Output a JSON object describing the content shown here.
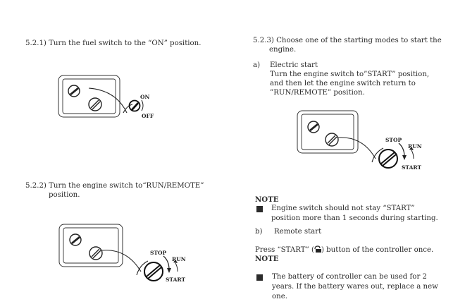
{
  "left": {
    "step_521": "5.2.1) Turn the fuel switch to the “ON” position.",
    "step_522_line1": "5.2.2) Turn  the  engine  switch to“RUN/REMOTE”",
    "step_522_line2": "position.",
    "fig1": {
      "on_label": "ON",
      "off_label": "OFF"
    },
    "fig2": {
      "stop_label": "STOP",
      "run_label": "RUN",
      "start_label": "START"
    }
  },
  "right": {
    "step_523_line1": "5.2.3) Choose one of the starting modes to start the",
    "step_523_line2": "engine.",
    "a_marker": "a)",
    "a_title": "Electric start",
    "a_line1": "Turn the engine switch to”START” position,",
    "a_line2": "and then let the engine switch return to",
    "a_line3": "”RUN/REMOTE” position.",
    "fig3": {
      "stop_label": "STOP",
      "run_label": "RUN",
      "start_label": "START"
    },
    "note1_title": "NOTE",
    "note1_line1": "Engine switch should not stay “START”",
    "note1_line2": "position more than 1 seconds during starting.",
    "b_marker": "b)",
    "b_title": "Remote start",
    "press_before": "Press “START” (",
    "press_after": ") button of the controller once.",
    "note2_title": "NOTE",
    "note2_line1": "The battery of controller can be used for 2",
    "note2_line2": "years. If the battery wares out, replace a new",
    "note2_line3": "one."
  }
}
